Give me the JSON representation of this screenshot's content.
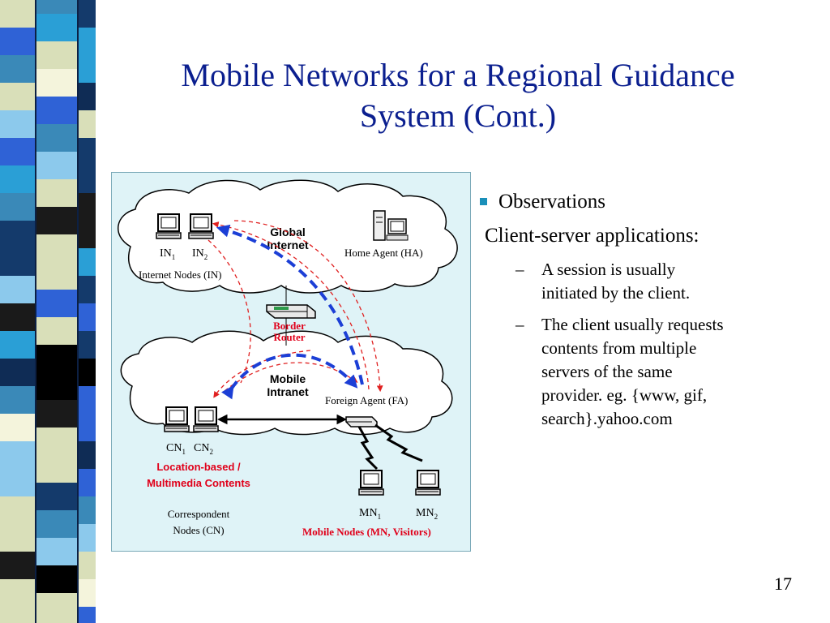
{
  "slide": {
    "title_line1": "Mobile Networks for a Regional Guidance",
    "title_line2": "System (Cont.)",
    "page_number": "17"
  },
  "diagram": {
    "clouds": {
      "global": {
        "label_line1": "Global",
        "label_line2": "Internet"
      },
      "intranet": {
        "label_line1": "Mobile",
        "label_line2": "Intranet"
      }
    },
    "internet_nodes": {
      "in1": "IN",
      "in1_sub": "1",
      "in2": "IN",
      "in2_sub": "2",
      "group_label": "Internet Nodes (IN)"
    },
    "home_agent": "Home Agent  (HA)",
    "border_router": {
      "line1": "Border",
      "line2": "Router"
    },
    "foreign_agent": "Foreign Agent (FA)",
    "correspondent_nodes": {
      "cn1": "CN",
      "cn1_sub": "1",
      "cn2": "CN",
      "cn2_sub": "2",
      "group_line1": "Correspondent",
      "group_line2": "Nodes (CN)"
    },
    "content_label": {
      "line1": "Location-based /",
      "line2": "Multimedia Contents"
    },
    "mobile_nodes": {
      "mn1": "MN",
      "mn1_sub": "1",
      "mn2": "MN",
      "mn2_sub": "2",
      "group_label": "Mobile Nodes  (MN, Visitors)"
    },
    "colors": {
      "background": "#dff3f7",
      "blue_path": "#1c3fd6",
      "red_path": "#e02020",
      "label_red": "#e0001a"
    }
  },
  "bullets": {
    "heading": "Observations",
    "subheading": "Client-server applications:",
    "items": [
      {
        "text_lines": [
          "A session is usually",
          "initiated by the client."
        ]
      },
      {
        "text_lines": [
          "The client usually requests",
          "contents from multiple",
          "servers of the same",
          "provider. eg. {www, gif,",
          "search}.yahoo.com"
        ]
      }
    ]
  },
  "stripe_colors": [
    "#3a89b8",
    "#143a6b",
    "#2f62d6",
    "#000000",
    "#d9dfb9",
    "#2a9fd6",
    "#8cc9ec",
    "#0f2c55",
    "#f4f4dc",
    "#1a1a1a"
  ]
}
